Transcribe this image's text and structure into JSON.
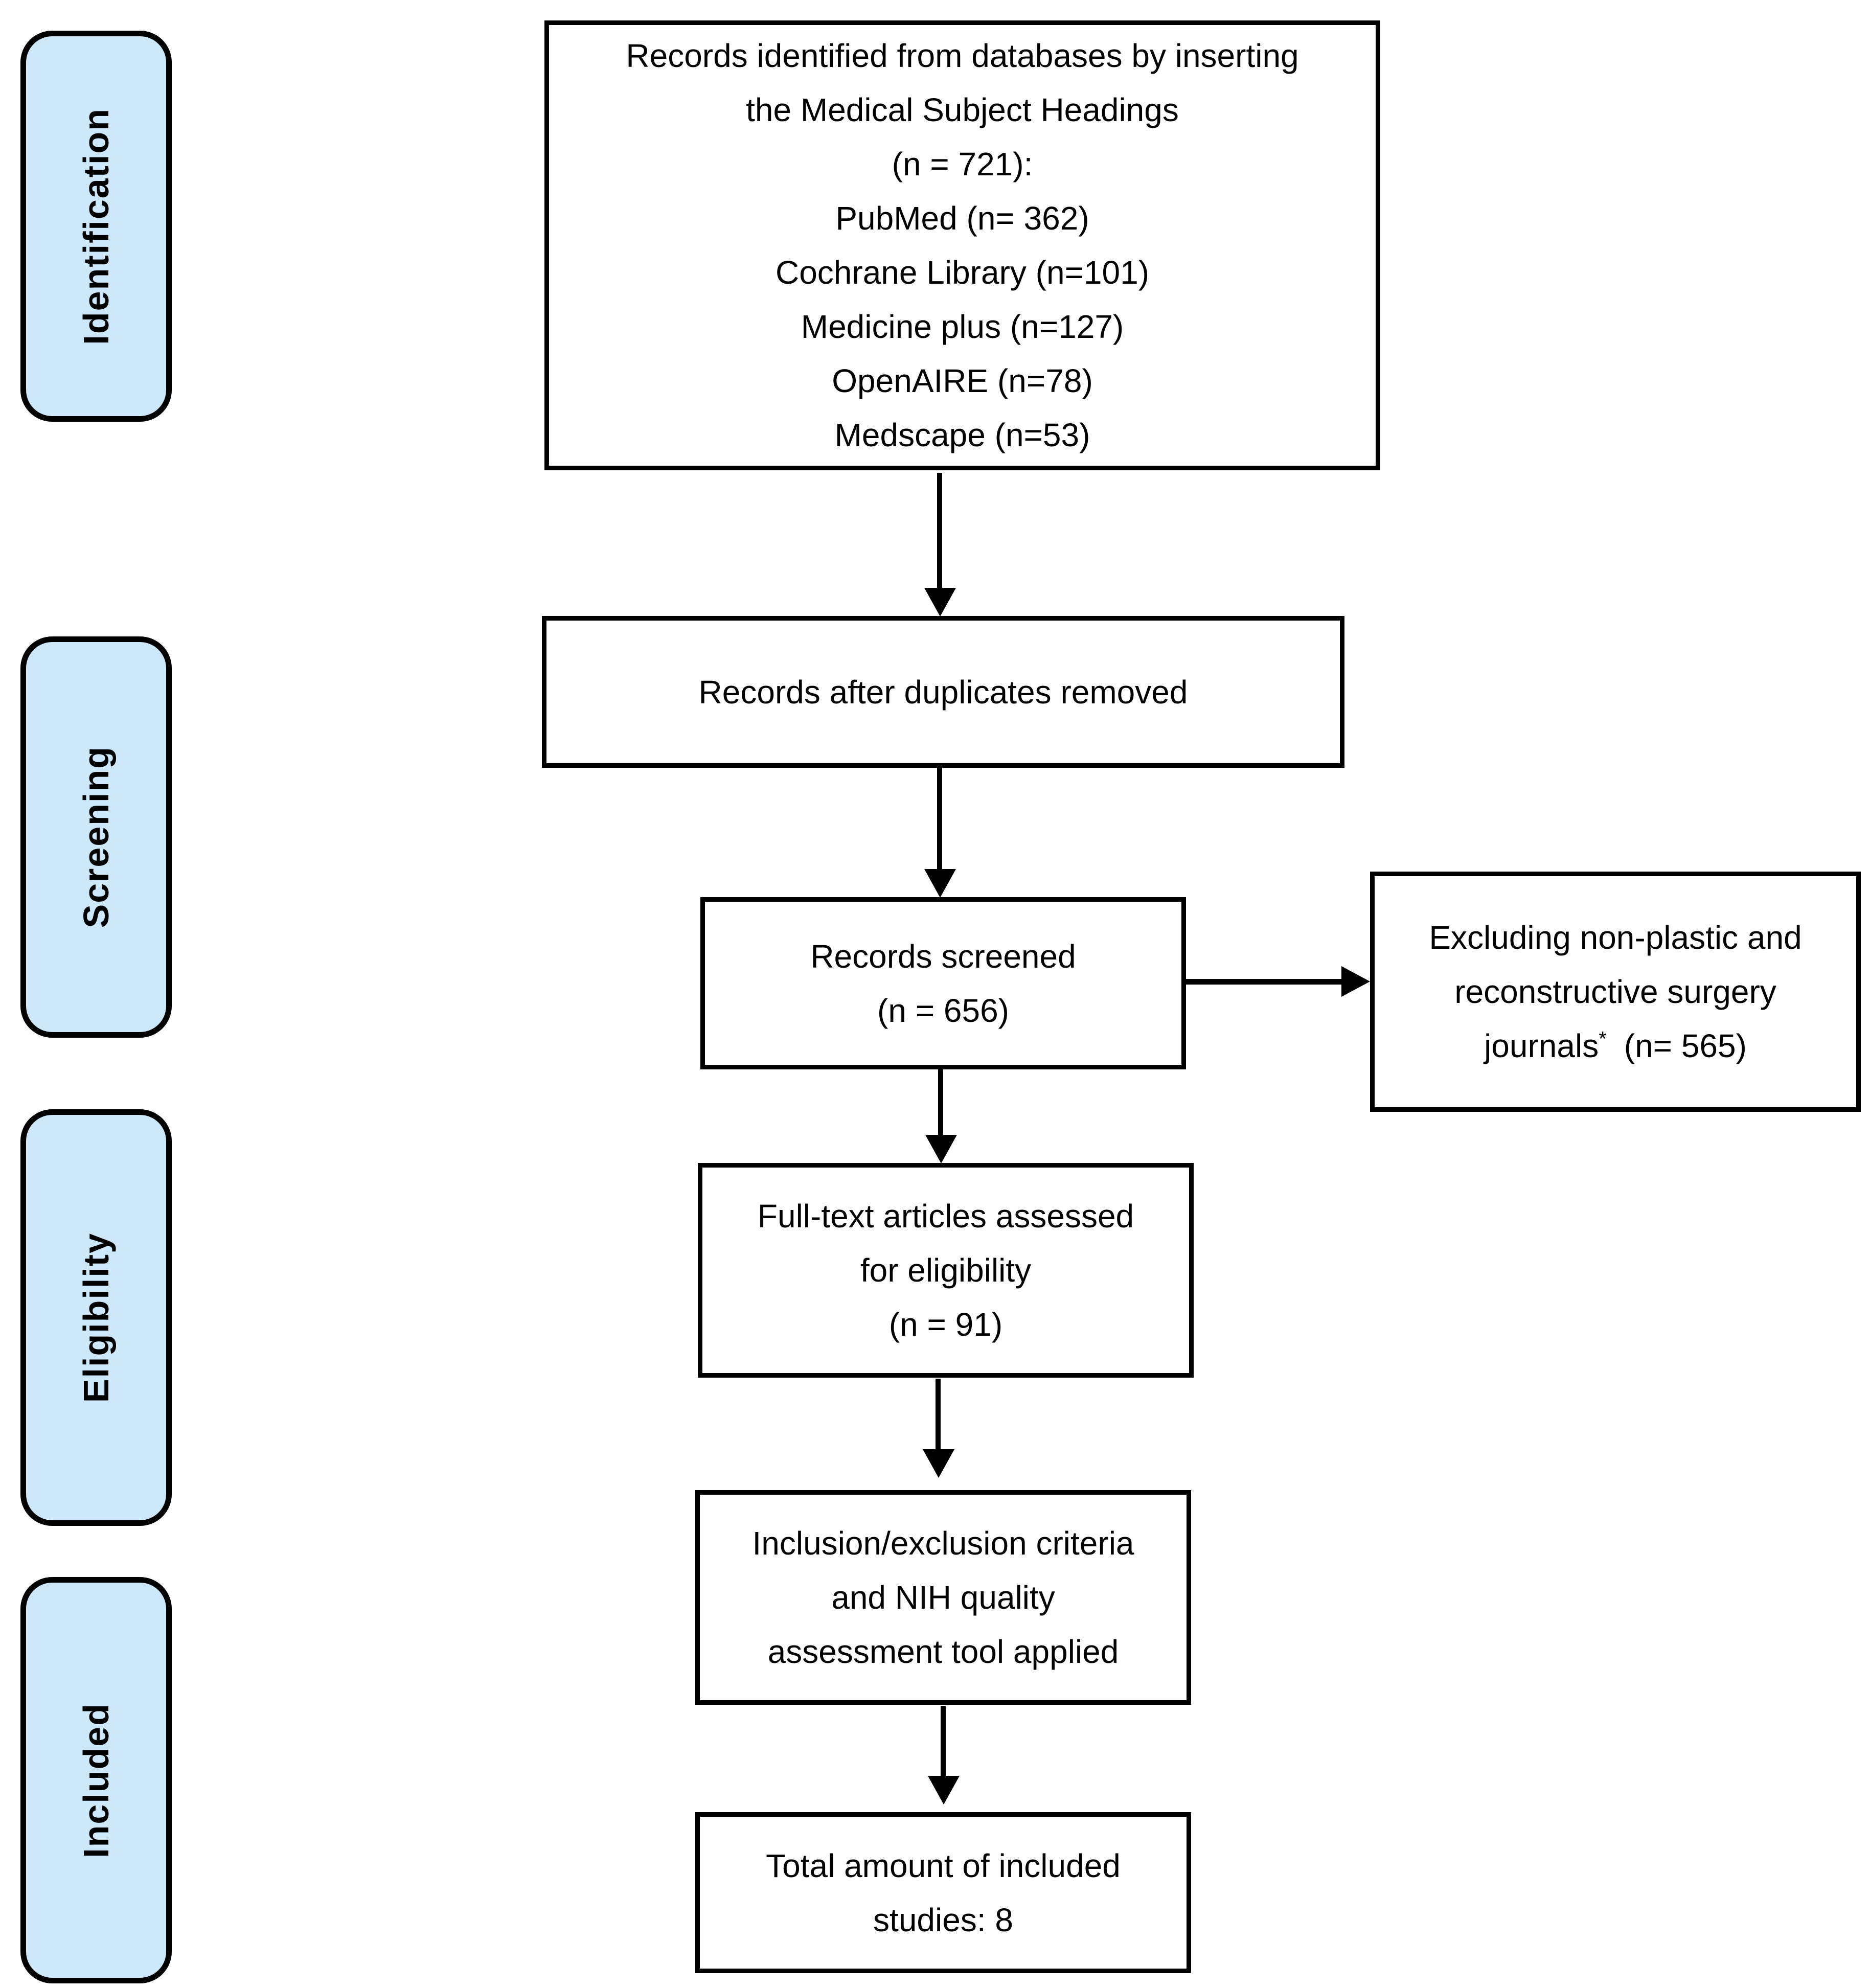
{
  "diagram": {
    "stages": [
      {
        "label": "Identification"
      },
      {
        "label": "Screening"
      },
      {
        "label": "Eligibility"
      },
      {
        "label": "Included"
      }
    ],
    "nodes": {
      "identified": {
        "lines": [
          "Records identified from databases by inserting",
          "the Medical Subject Headings",
          "(n = 721):",
          "PubMed (n= 362)",
          "Cochrane Library (n=101)",
          "Medicine plus (n=127)",
          "OpenAIRE (n=78)",
          "Medscape (n=53)"
        ]
      },
      "duplicates_removed": {
        "lines": [
          "Records after duplicates removed"
        ]
      },
      "screened": {
        "lines": [
          "Records screened",
          "(n = 656)"
        ]
      },
      "excluded": {
        "line1": "Excluding non-plastic and",
        "line2": "reconstructive surgery",
        "line3_word": "journals",
        "line3_sup": "*",
        "line3_rest": "(n= 565)"
      },
      "fulltext": {
        "lines": [
          "Full-text articles assessed",
          "for eligibility",
          "(n = 91)"
        ]
      },
      "criteria": {
        "lines": [
          "Inclusion/exclusion criteria",
          "and NIH quality",
          "assessment tool applied"
        ]
      },
      "total": {
        "lines": [
          "Total amount of included",
          "studies: 8"
        ]
      }
    },
    "colors": {
      "stage_fill": "#cde8fb",
      "stage_border": "#000000",
      "node_fill": "#ffffff",
      "node_border": "#000000",
      "arrow": "#000000",
      "background": "#ffffff"
    }
  }
}
